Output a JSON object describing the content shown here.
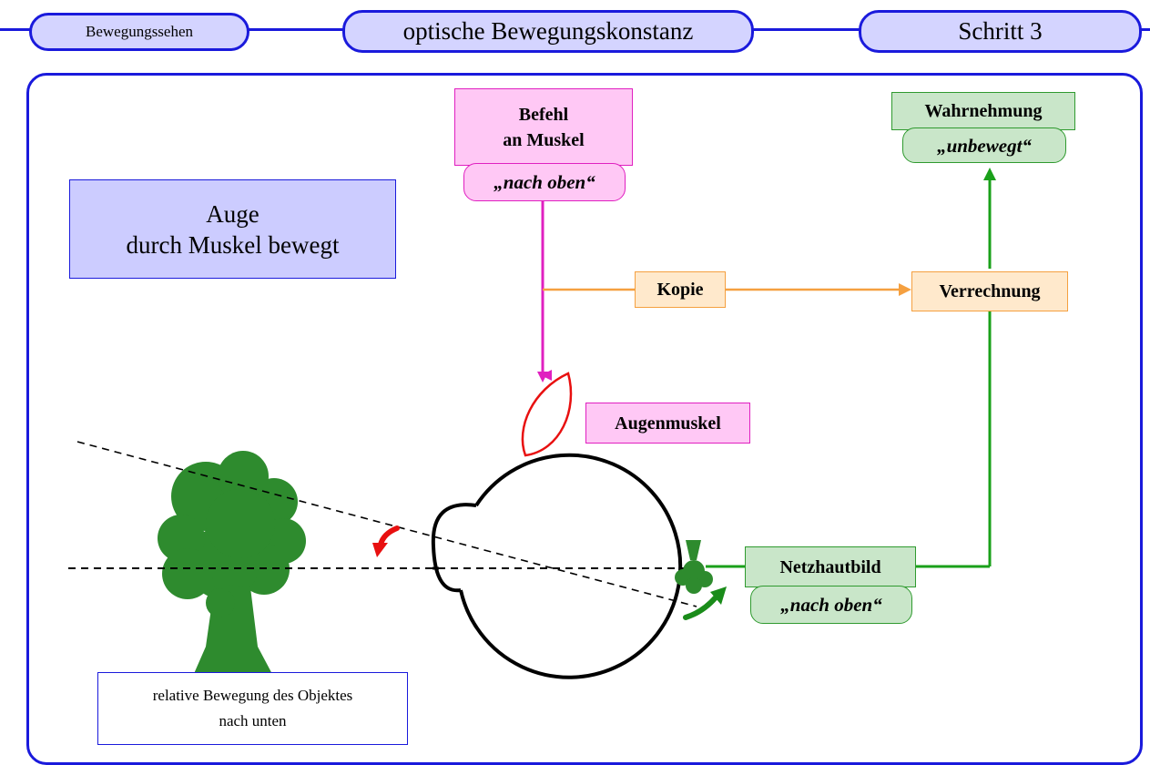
{
  "header": {
    "left_tab": "Bewegungssehen",
    "center_tab": "optische Bewegungskonstanz",
    "right_tab": "Schritt 3"
  },
  "diagram": {
    "command": {
      "line1": "Befehl",
      "line2": "an Muskel",
      "value": "„nach oben“"
    },
    "perception": {
      "title": "Wahrnehmung",
      "value": "„unbewegt“"
    },
    "eye_label": {
      "line1": "Auge",
      "line2": "durch Muskel bewegt"
    },
    "copy_label": "Kopie",
    "computation_label": "Verrechnung",
    "muscle_label": "Augenmuskel",
    "retina": {
      "title": "Netzhautbild",
      "value": "„nach oben“"
    },
    "caption": {
      "line1": "relative Bewegung des Objektes",
      "line2": "nach unten"
    }
  },
  "colors": {
    "frame_blue": "#1a1adc",
    "pink": "#e020c0",
    "orange": "#f5a040",
    "green": "#2f9a2f",
    "tree_green": "#2e8b2e",
    "red": "#e81010"
  }
}
